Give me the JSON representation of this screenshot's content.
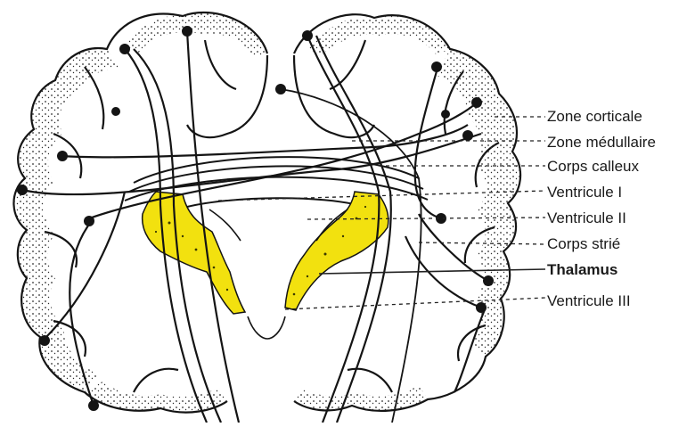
{
  "figure": {
    "background": "#ffffff",
    "ink_color": "#141414",
    "highlight_color": "#f2e10f",
    "highlighted_structure": "Thalamus"
  },
  "labels": [
    {
      "id": "zone-corticale",
      "text": "Zone corticale"
    },
    {
      "id": "zone-medullaire",
      "text": "Zone médullaire"
    },
    {
      "id": "corps-calleux",
      "text": "Corps calleux"
    },
    {
      "id": "ventricule-1",
      "text": "Ventricule I"
    },
    {
      "id": "ventricule-2",
      "text": "Ventricule II"
    },
    {
      "id": "corps-strie",
      "text": "Corps strié"
    },
    {
      "id": "thalamus",
      "text": "Thalamus"
    },
    {
      "id": "ventricule-3",
      "text": "Ventricule III"
    }
  ]
}
